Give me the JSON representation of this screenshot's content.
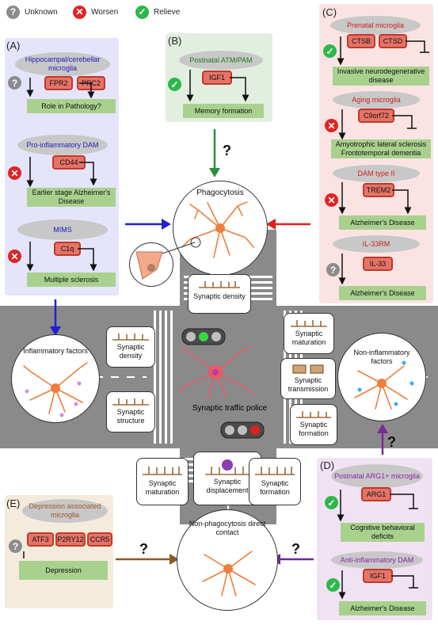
{
  "legend": {
    "unknown": "Unknown",
    "worsen": "Worsen",
    "relieve": "Relieve"
  },
  "colors": {
    "unknown": "#8c8c8c",
    "worsen": "#e02424",
    "relieve": "#2db84a",
    "panel_a_bg": "#e4e4fb",
    "panel_b_bg": "#e2efe0",
    "panel_c_bg": "#fbe3e3",
    "panel_d_bg": "#f0e2f3",
    "panel_e_bg": "#f5ebdc",
    "gene_fill": "#e57368",
    "outcome_fill": "#a9d18e"
  },
  "panel_a": {
    "label": "(A)",
    "groups": [
      {
        "title": "Hippocampal/cerebellar microglia",
        "status": "unknown",
        "genes": [
          "FPR2",
          "PRC2"
        ],
        "outcome": "Role in Pathology?"
      },
      {
        "title": "Pro-inflammatory DAM",
        "status": "worsen",
        "genes": [
          "CD44"
        ],
        "outcome": "Earlier stage Alzheimer's Disease"
      },
      {
        "title": "MIMS",
        "status": "worsen",
        "genes": [
          "C1q"
        ],
        "outcome": "Multiple sclerosis"
      }
    ]
  },
  "panel_b": {
    "label": "(B)",
    "title": "Postnatal ATM/PAM",
    "status": "relieve",
    "genes": [
      "IGF1"
    ],
    "outcome": "Memory formation"
  },
  "panel_c": {
    "label": "(C)",
    "groups": [
      {
        "title": "Prenatal microglia",
        "status": "relieve",
        "genes": [
          "CTSB",
          "CTSD"
        ],
        "outcome": "Invasive neurodegenerative disease"
      },
      {
        "title": "Aging microglia",
        "status": "worsen",
        "genes": [
          "C9orf72"
        ],
        "outcome": "Amyotrophic lateral sclerosis Frontotemporal dementia"
      },
      {
        "title": "DAM type II",
        "status": "worsen",
        "genes": [
          "TREM2"
        ],
        "outcome": "Alzheimer's Disease"
      },
      {
        "title": "IL-33RM",
        "status": "unknown",
        "genes": [
          "IL-33"
        ],
        "outcome": "Alzheimer's Disease"
      }
    ]
  },
  "panel_d": {
    "label": "(D)",
    "groups": [
      {
        "title": "Postnatal ARG1+ microglia",
        "status": "relieve",
        "genes": [
          "ARG1"
        ],
        "outcome": "Cognitive behavioral deficits"
      },
      {
        "title": "Anti-inflammatory DAM",
        "status": "relieve",
        "genes": [
          "IGF1"
        ],
        "outcome": "Alzheimer's Disease"
      }
    ]
  },
  "panel_e": {
    "label": "(E)",
    "title": "Depression associated microglia",
    "status": "unknown",
    "genes": [
      "ATF3",
      "P2RY12",
      "CCR5"
    ],
    "outcome": "Depression"
  },
  "center": {
    "phagocytosis": "Phagocytosis",
    "inflammatory": "Inflammatory factors",
    "non_inflammatory": "Non-inflammatory factors",
    "non_phago": "Non-phagocytosis direct contact",
    "police": "Synaptic traffic police",
    "question": "?"
  },
  "bubbles": {
    "density_top": "Synaptic density",
    "density_left": "Synaptic density",
    "structure_left": "Synaptic structure",
    "maturation_right": "Synaptic maturation",
    "transmission_right": "Synaptic transmission",
    "formation_right": "Synaptic formation",
    "maturation_bottom": "Synaptic maturation",
    "displacement_bottom": "Synaptic displacement",
    "formation_bottom": "Synaptic formation"
  },
  "icons": [
    "question-mark-icon",
    "cross-icon",
    "check-icon",
    "microglia-icon",
    "synapse-icon",
    "traffic-light-icon",
    "arrow-icon"
  ]
}
